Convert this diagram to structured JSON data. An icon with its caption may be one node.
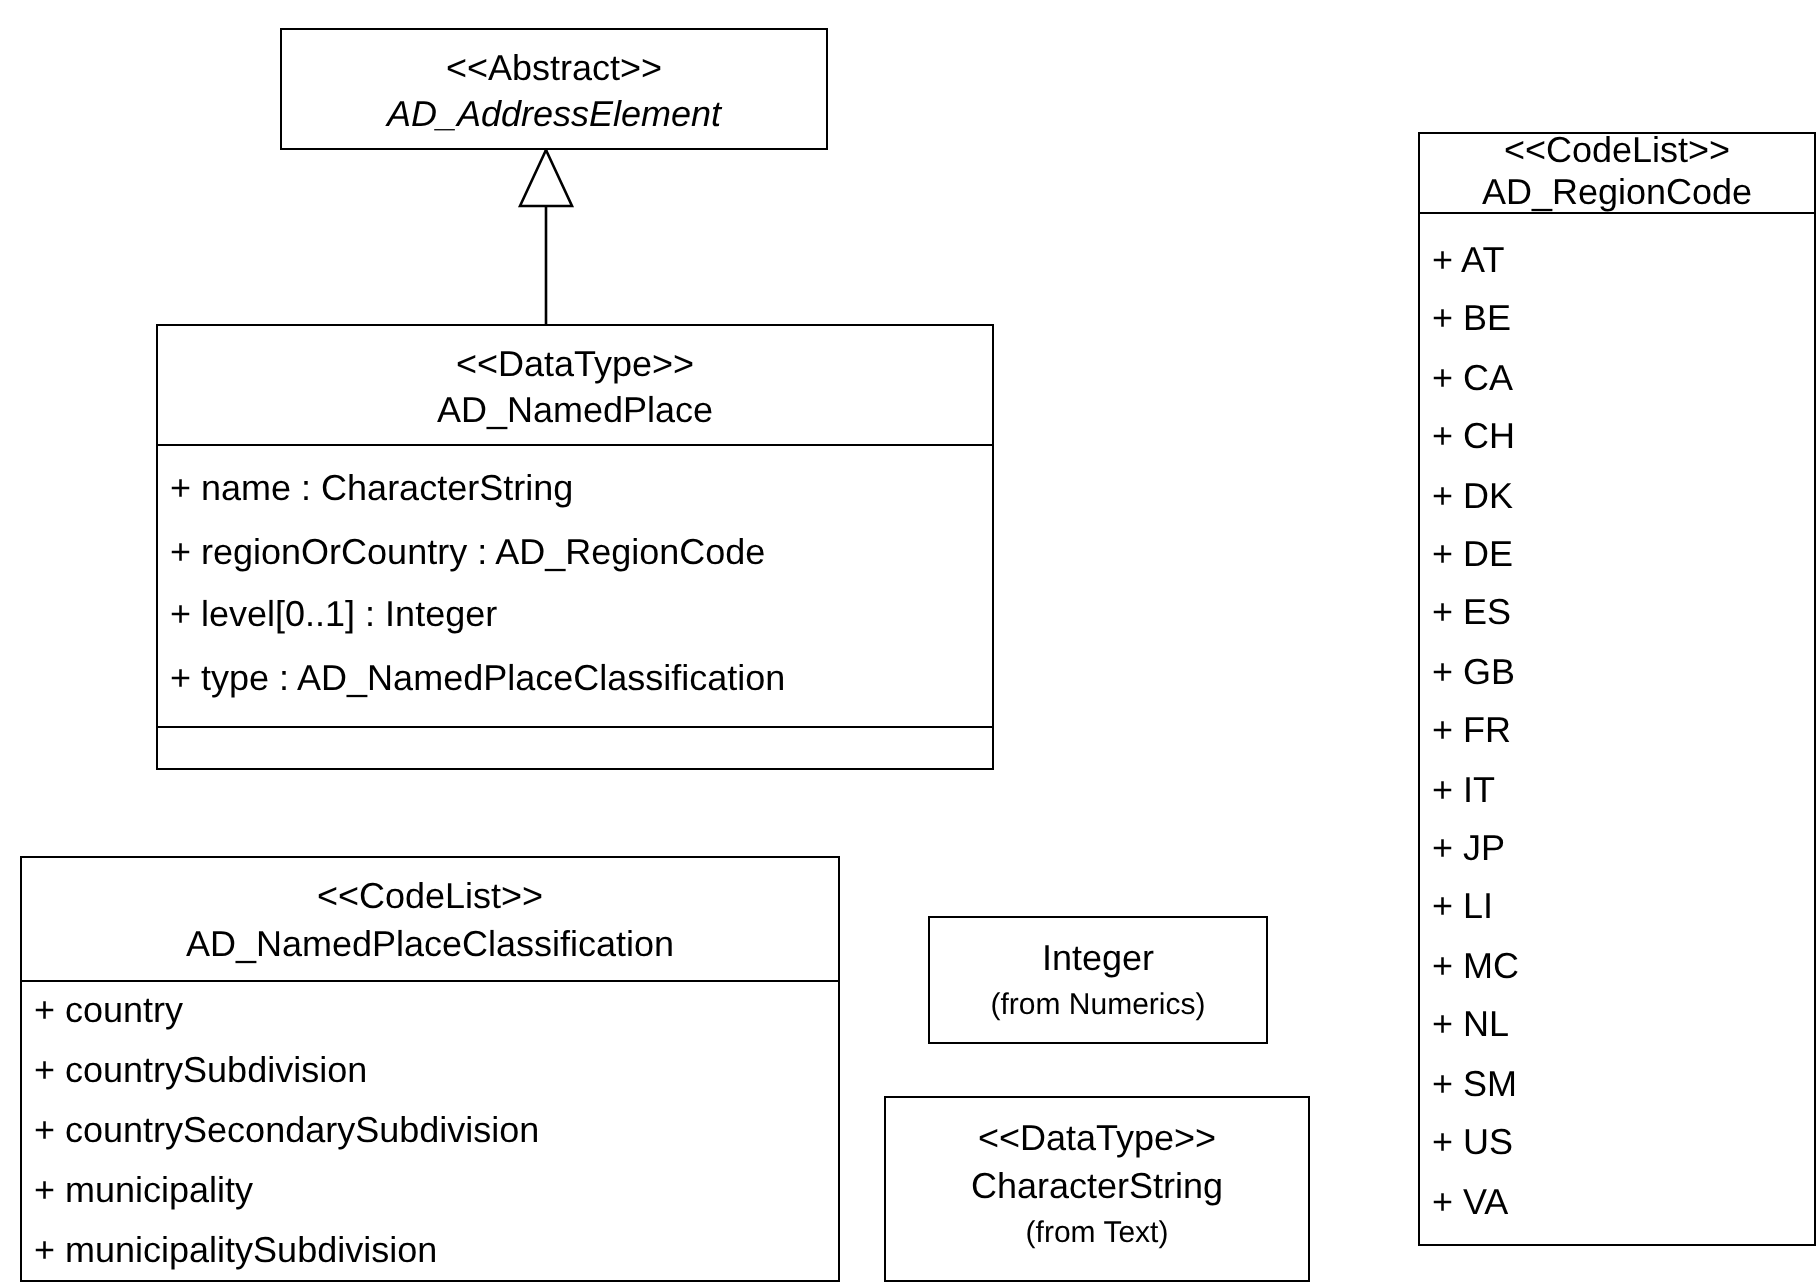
{
  "diagram": {
    "nodes": [
      {
        "text": [
          "<<Abstract>>",
          "AD_AddressElement"
        ]
      },
      {
        "text": [
          "<<DataType>>",
          "AD_NamedPlace",
          "+ name : CharacterString",
          "+ regionOrCountry : AD_RegionCode",
          "+ level[0..1] : Integer",
          "+ type : AD_NamedPlaceClassification"
        ]
      },
      {
        "text": [
          "<<CodeList>>",
          "AD_RegionCode",
          "+ AT",
          "+ BE",
          "+ CA",
          "+ CH",
          "+ DK",
          "+ DE",
          "+ ES",
          "+ GB",
          "+ FR",
          "+ IT",
          "+ JP",
          "+ LI",
          "+ MC",
          "+ NL",
          "+ SM",
          "+ US",
          "+ VA"
        ]
      },
      {
        "text": [
          "<<CodeList>>",
          "AD_NamedPlaceClassification",
          "+ country",
          "+ countrySubdivision",
          "+ countrySecondarySubdivision",
          "+ municipality",
          "+ municipalitySubdivision"
        ]
      },
      {
        "text": [
          "Integer",
          "(from Numerics)"
        ]
      },
      {
        "text": [
          "<<DataType>>",
          "CharacterString",
          "(from Text)"
        ]
      }
    ],
    "edges": [
      {
        "from": 1,
        "to": 0,
        "arrow": "to"
      }
    ]
  }
}
